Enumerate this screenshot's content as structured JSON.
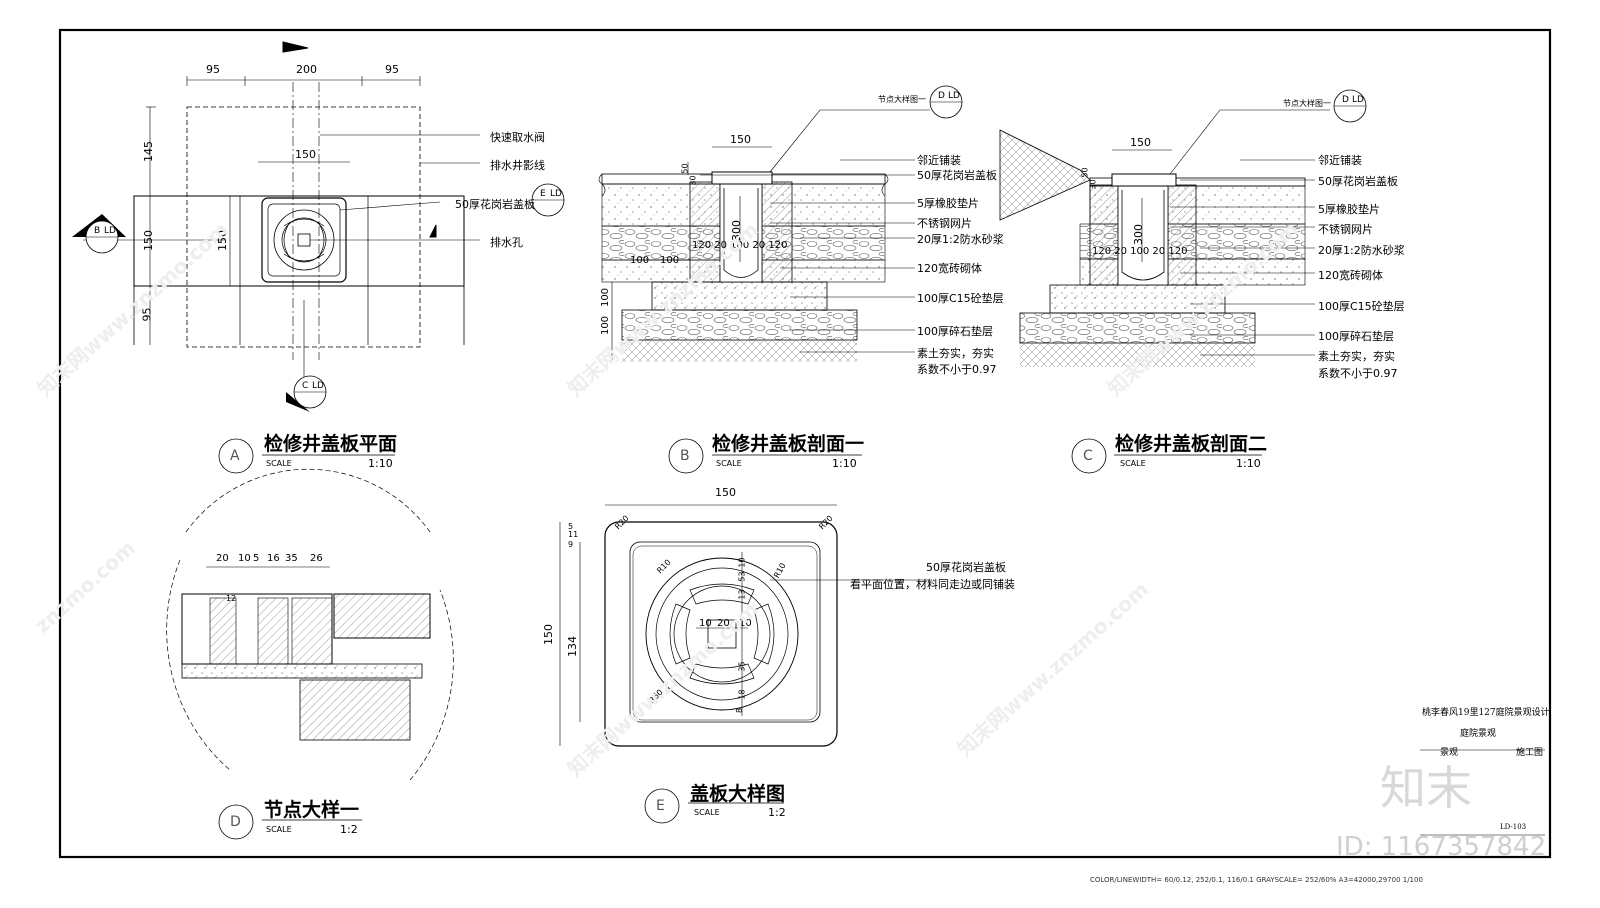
{
  "views": {
    "A": {
      "letter": "A",
      "title": "检修井盖板平面",
      "scale_label": "SCALE",
      "scale": "1:10"
    },
    "B": {
      "letter": "B",
      "title": "检修井盖板剖面一",
      "scale_label": "SCALE",
      "scale": "1:10"
    },
    "C": {
      "letter": "C",
      "title": "检修井盖板剖面二",
      "scale_label": "SCALE",
      "scale": "1:10"
    },
    "D": {
      "letter": "D",
      "title": "节点大样一",
      "scale_label": "SCALE",
      "scale": "1:2"
    },
    "E": {
      "letter": "E",
      "title": "盖板大样图",
      "scale_label": "SCALE",
      "scale": "1:2"
    }
  },
  "plan": {
    "dims_top": [
      "95",
      "200",
      "95"
    ],
    "dim_inner": "150",
    "dims_left": [
      "145",
      "150",
      "95"
    ],
    "dim_center": "150",
    "labels": [
      "快速取水阀",
      "排水井影线",
      "50厚花岗岩盖板",
      "排水孔"
    ],
    "callouts": {
      "e": {
        "letter": "E",
        "sheet": "LD"
      },
      "b": {
        "letter": "B",
        "sheet": "LD"
      },
      "c": {
        "letter": "C",
        "sheet": "LD"
      }
    }
  },
  "section1": {
    "callout_text": "节点大样图一",
    "callout": {
      "letter": "D",
      "sheet": "LD"
    },
    "dim_top": "150",
    "dim_depth": "300",
    "dims_mid": "120 20 100 20 120",
    "dims_small": [
      "50",
      "30"
    ],
    "dims_left": [
      "100",
      "100",
      "100",
      "100"
    ],
    "layers": [
      "邻近铺装",
      "50厚花岗岩盖板",
      "5厚橡胶垫片",
      "不锈钢网片",
      "20厚1:2防水砂浆",
      "120宽砖砌体",
      "100厚C15砼垫层",
      "100厚碎石垫层",
      "素土夯实，夯实",
      "系数不小于0.97"
    ]
  },
  "section2": {
    "callout_text": "节点大样图一",
    "callout": {
      "letter": "D",
      "sheet": "LD"
    },
    "dim_top": "150",
    "dim_depth": "300",
    "dims_mid": "120 20 100 20 120",
    "dims_small": [
      "50",
      "30"
    ],
    "layers": [
      "邻近铺装",
      "50厚花岗岩盖板",
      "5厚橡胶垫片",
      "不锈钢网片",
      "20厚1:2防水砂浆",
      "120宽砖砌体",
      "100厚C15砼垫层",
      "100厚碎石垫层",
      "素土夯实，夯实",
      "系数不小于0.97"
    ]
  },
  "detail": {
    "dims": [
      "20",
      "10",
      "5",
      "16",
      "35",
      "26"
    ],
    "dim_small": "12"
  },
  "cover": {
    "dim_top": "150",
    "dim_outer": "150",
    "dim_inner": "134",
    "dims_edge": [
      "5",
      "11",
      "9"
    ],
    "radii": [
      "R20",
      "R20",
      "R10",
      "R10",
      "R60"
    ],
    "dims_center_h": [
      "10",
      "20",
      "10"
    ],
    "dims_vertical": [
      "10",
      "53",
      "13",
      "35",
      "18",
      "8"
    ],
    "label1": "50厚花岗岩盖板",
    "label2": "看平面位置，材料同走边或同铺装"
  },
  "title_block": {
    "project": "桃李春风19里127庭院景观设计",
    "area": "庭院景观",
    "discipline": "景观",
    "stage": "施工图",
    "drawing_no": "LD-103"
  },
  "footer": "COLOR/LINEWIDTH= 60/0.12, 252/0.1, 116/0.1  GRAYSCALE= 252/60%  A3=42000,29700 1/100",
  "watermark": {
    "site": "znzmo.com",
    "brand": "知末网www.znzmo.com",
    "logo": "知末",
    "id": "ID: 1167357842"
  }
}
